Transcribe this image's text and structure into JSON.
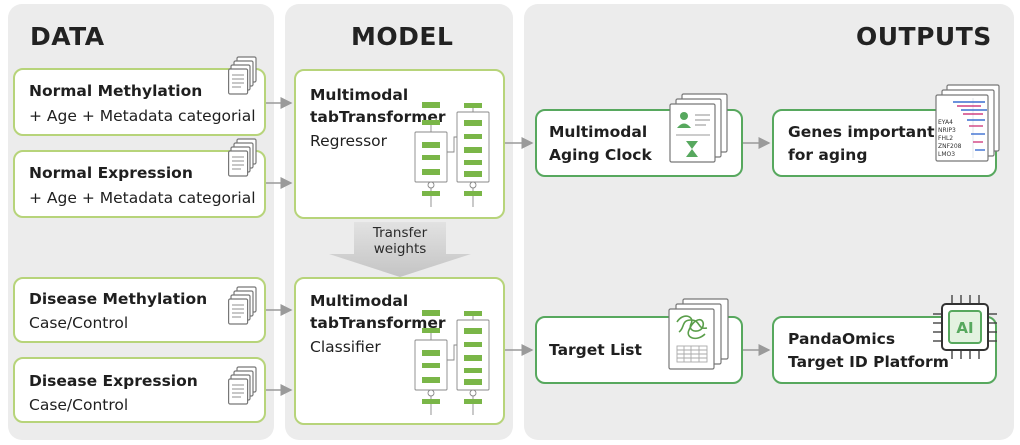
{
  "sections": {
    "data": "DATA",
    "model": "MODEL",
    "outputs": "OUTPUTS"
  },
  "data_inputs": [
    {
      "title": "Normal Methylation",
      "subtitle": "+ Age + Metadata categorial"
    },
    {
      "title": "Normal Expression",
      "subtitle": "+ Age + Metadata categorial"
    },
    {
      "title": "Disease Methylation",
      "subtitle": "Case/Control"
    },
    {
      "title": "Disease Expression",
      "subtitle": "Case/Control"
    }
  ],
  "models": [
    {
      "line1": "Multimodal",
      "line2": "tabTransformer",
      "line3": "Regressor"
    },
    {
      "line1": "Multimodal",
      "line2": "tabTransformer",
      "line3": "Classifier"
    }
  ],
  "transfer": {
    "line1": "Transfer",
    "line2": "weights"
  },
  "outputs": {
    "aging_clock": {
      "line1": "Multimodal",
      "line2": "Aging Clock"
    },
    "target_list": {
      "line1": "Target List"
    },
    "genes": {
      "line1": "Genes important",
      "line2": "for aging"
    },
    "pandaomics": {
      "line1": "PandaOmics",
      "line2": "Target ID Platform"
    }
  },
  "gene_labels": [
    "EYA4",
    "NRIP3",
    "FHL2",
    "ZNF208",
    "LMO3"
  ],
  "ai_chip_label": "AI",
  "icons": [
    "document-stack-icon",
    "transformer-architecture-icon",
    "report-icon",
    "gene-chart-icon",
    "protein-table-icon",
    "ai-chip-icon"
  ],
  "colors": {
    "light_green": "#b7d47a",
    "dark_green": "#57a85e",
    "bar_green": "#7ab648",
    "panel_gray": "#ececec",
    "arrow_gray": "#9a9a9a"
  }
}
